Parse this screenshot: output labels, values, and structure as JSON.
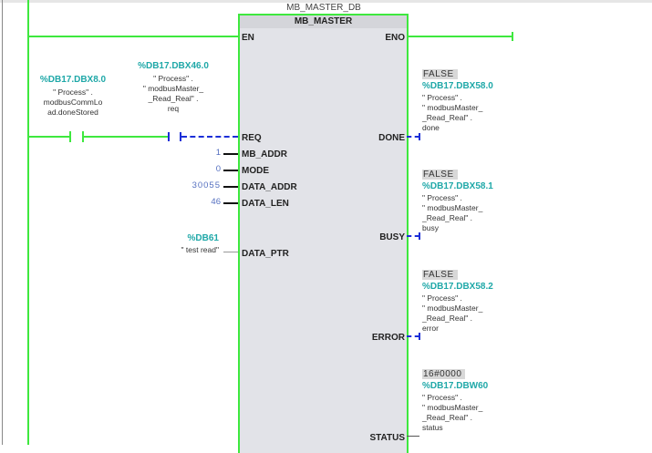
{
  "instance_db": "MB_MASTER_DB",
  "block": {
    "title": "MB_MASTER",
    "inputs": {
      "en": "EN",
      "req": "REQ",
      "mb_addr": "MB_ADDR",
      "mode": "MODE",
      "data_addr": "DATA_ADDR",
      "data_len": "DATA_LEN",
      "data_ptr": "DATA_PTR"
    },
    "outputs": {
      "eno": "ENO",
      "done": "DONE",
      "busy": "BUSY",
      "error": "ERROR",
      "status": "STATUS"
    }
  },
  "contacts": [
    {
      "address": "%DB17.DBX8.0",
      "symbol": "\" Process\" .\nmodbusCommLo\nad.doneStored"
    },
    {
      "address": "%DB17.DBX46.0",
      "symbol": "\" Process\" .\n\" modbusMaster_\n_Read_Real\" .\nreq"
    }
  ],
  "input_values": {
    "mb_addr": "1",
    "mode": "0",
    "data_addr": "30055",
    "data_len": "46"
  },
  "data_ptr": {
    "address": "%DB61",
    "symbol": "\" test read\""
  },
  "output_tags": [
    {
      "value": "FALSE",
      "address": "%DB17.DBX58.0",
      "symbol": "\" Process\" .\n\" modbusMaster_\n_Read_Real\" .\ndone"
    },
    {
      "value": "FALSE",
      "address": "%DB17.DBX58.1",
      "symbol": "\" Process\" .\n\" modbusMaster_\n_Read_Real\" .\nbusy"
    },
    {
      "value": "FALSE",
      "address": "%DB17.DBX58.2",
      "symbol": "\" Process\" .\n\" modbusMaster_\n_Read_Real\" .\nerror"
    },
    {
      "value": "16#0000",
      "address": "%DB17.DBW60",
      "symbol": "\" Process\" .\n\" modbusMaster_\n_Read_Real\" .\nstatus"
    }
  ]
}
